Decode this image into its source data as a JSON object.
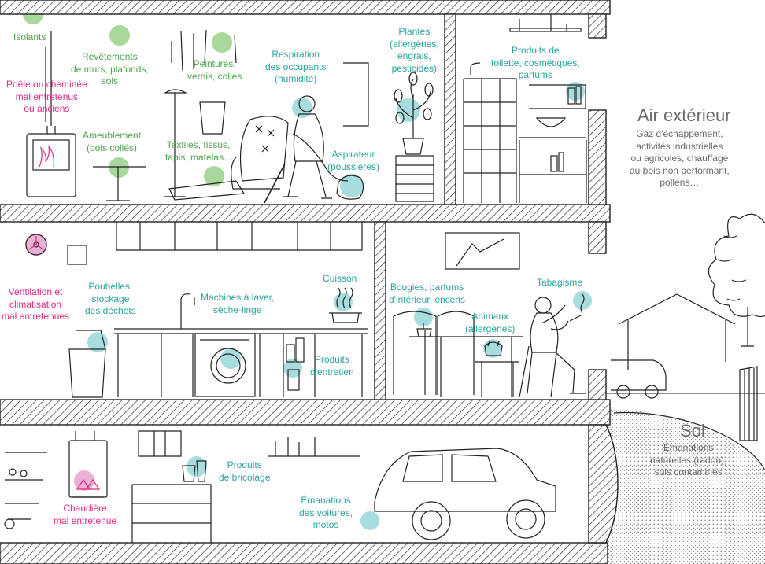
{
  "colors": {
    "teal": "#2aa4a0",
    "green": "#4da64d",
    "pink": "#df2a82",
    "gray": "#6a6a6a",
    "teal_spot": "#a8dde0",
    "green_spot": "#a9d99a",
    "pink_spot": "#eab0d6"
  },
  "labels": {
    "isolants": "Isolants",
    "revetements": "Revêtements\nde murs, plafonds,\nsols",
    "peintures": "Peintures,\nvernis, colles",
    "respiration": "Respiration\ndes occupants\n(humidité)",
    "plantes": "Plantes\n(allergènes,\nengrais,\npesticides)",
    "produits_toilette": "Produits de\ntoilette, cosmétiques,\nparfums",
    "poele": "Poêle ou cheminée\nmal entretenus\nou anciens",
    "ameublement": "Ameublement\n(bois collés)",
    "textiles": "Textiles, tissus,\ntapis, matelas...",
    "aspirateur": "Aspirateur\n(poussières)",
    "ventilation": "Ventilation et\nclimatisation\nmal entretenues",
    "poubelles": "Poubelles,\nstockage\ndes déchets",
    "machines": "Machines à laver,\nsèche-linge",
    "cuisson": "Cuisson",
    "produits_entretien": "Produits\nd'entretien",
    "bougies": "Bougies, parfums\nd'intérieur, encens",
    "animaux": "Animaux\n(allergènes)",
    "tabagisme": "Tabagisme",
    "chaudiere": "Chaudière\nmal entretenue",
    "produits_bricolage": "Produits\nde bricolage",
    "emanations_voitures": "Émanations\ndes voitures,\nmotos",
    "air_exterieur_title": "Air extérieur",
    "air_exterieur_text": "Gaz d'échappement,\nactivités industrielles\nou agricoles, chauffage\nau bois non performant,\npollens…",
    "sol_title": "Sol",
    "sol_text": "Émanations\nnaturelles (radon),\nsols contaminés"
  },
  "icons": {
    "car": "car-icon",
    "tree": "tree-icon",
    "house": "house-icon",
    "person_smoking": "person-smoking-icon",
    "person_vacuum": "person-vacuum-icon",
    "boiler": "boiler-icon",
    "washing_machine": "washing-machine-icon",
    "plant": "plant-icon",
    "fan": "fan-icon",
    "stove": "stove-icon"
  }
}
